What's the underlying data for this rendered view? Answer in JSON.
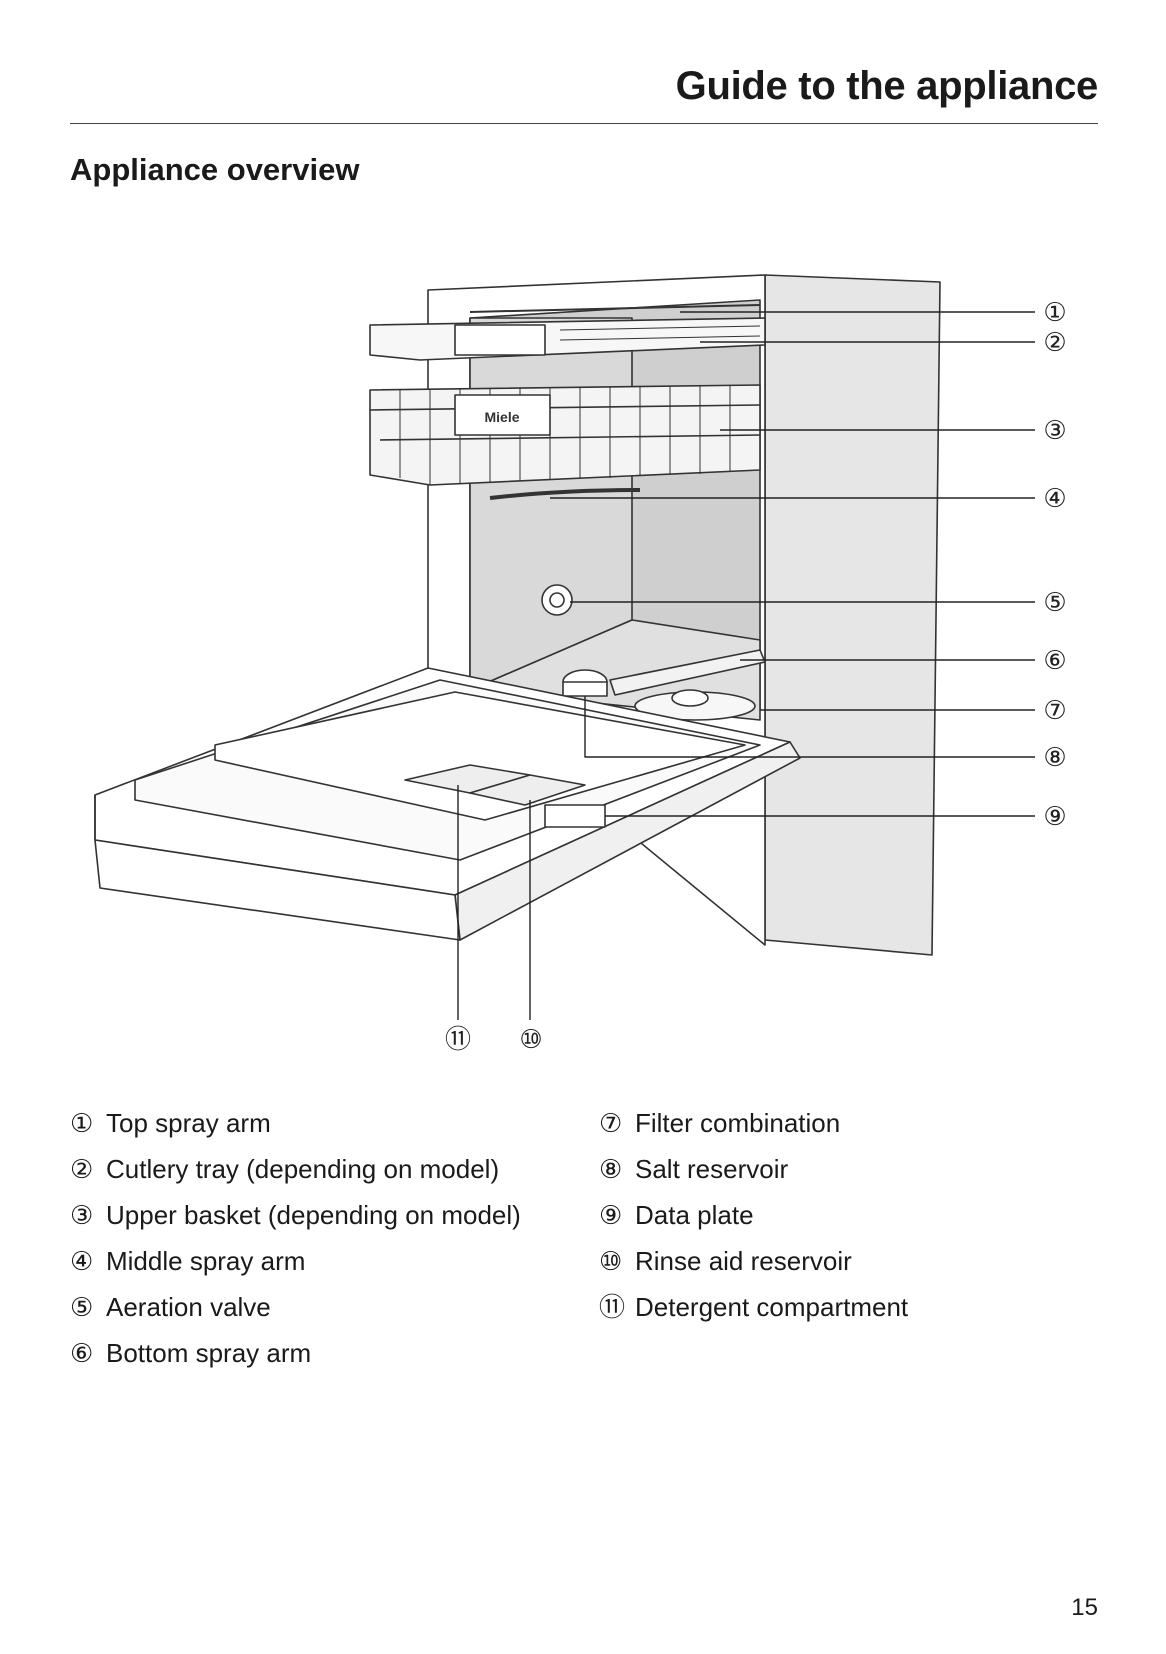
{
  "header": {
    "title": "Guide to the appliance"
  },
  "section": {
    "title": "Appliance overview"
  },
  "figure": {
    "brand_label": "Miele",
    "callouts": [
      "①",
      "②",
      "③",
      "④",
      "⑤",
      "⑥",
      "⑦",
      "⑧",
      "⑨",
      "⑩",
      "⑪"
    ]
  },
  "legend": {
    "left": [
      {
        "num": "①",
        "label": "Top spray arm"
      },
      {
        "num": "②",
        "label": "Cutlery tray (depending on model)"
      },
      {
        "num": "③",
        "label": "Upper basket (depending on model)"
      },
      {
        "num": "④",
        "label": "Middle spray arm"
      },
      {
        "num": "⑤",
        "label": "Aeration valve"
      },
      {
        "num": "⑥",
        "label": "Bottom spray arm"
      }
    ],
    "right": [
      {
        "num": "⑦",
        "label": "Filter combination"
      },
      {
        "num": "⑧",
        "label": "Salt reservoir"
      },
      {
        "num": "⑨",
        "label": "Data plate"
      },
      {
        "num": "⑩",
        "label": "Rinse aid reservoir"
      },
      {
        "num": "⑪",
        "label": "Detergent compartment"
      }
    ]
  },
  "page": {
    "number": "15"
  }
}
